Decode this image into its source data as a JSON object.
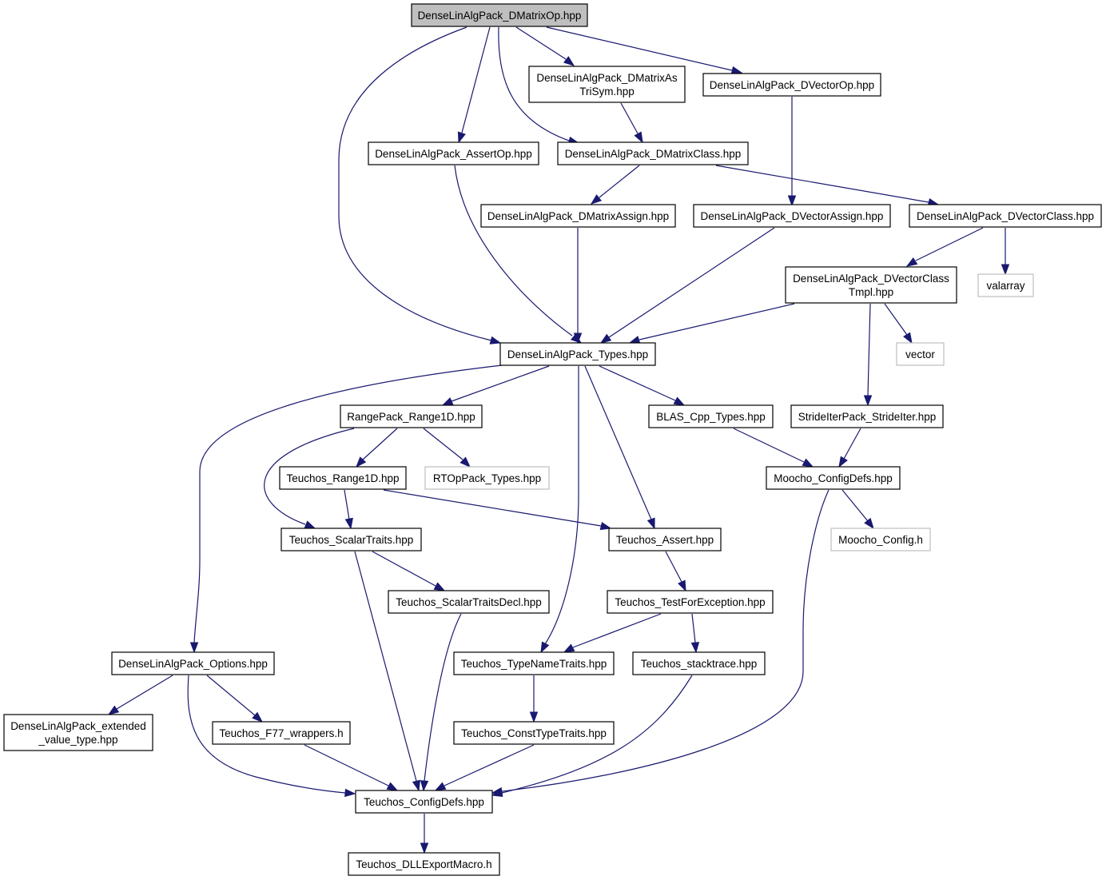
{
  "nodes": [
    {
      "id": "dmatrixop",
      "lines": [
        "DenseLinAlgPack_DMatrixOp.hpp"
      ],
      "kind": "root"
    },
    {
      "id": "dmatrixastrisym",
      "lines": [
        "DenseLinAlgPack_DMatrixAs",
        "TriSym.hpp"
      ],
      "kind": "normal"
    },
    {
      "id": "dvectorop",
      "lines": [
        "DenseLinAlgPack_DVectorOp.hpp"
      ],
      "kind": "normal"
    },
    {
      "id": "assertop",
      "lines": [
        "DenseLinAlgPack_AssertOp.hpp"
      ],
      "kind": "normal"
    },
    {
      "id": "dmatrixclass",
      "lines": [
        "DenseLinAlgPack_DMatrixClass.hpp"
      ],
      "kind": "normal"
    },
    {
      "id": "dmatrixassign",
      "lines": [
        "DenseLinAlgPack_DMatrixAssign.hpp"
      ],
      "kind": "normal"
    },
    {
      "id": "dvectorassign",
      "lines": [
        "DenseLinAlgPack_DVectorAssign.hpp"
      ],
      "kind": "normal"
    },
    {
      "id": "dvectorclass",
      "lines": [
        "DenseLinAlgPack_DVectorClass.hpp"
      ],
      "kind": "normal"
    },
    {
      "id": "dvectorclasstmpl",
      "lines": [
        "DenseLinAlgPack_DVectorClass",
        "Tmpl.hpp"
      ],
      "kind": "normal"
    },
    {
      "id": "valarray",
      "lines": [
        "valarray"
      ],
      "kind": "external"
    },
    {
      "id": "vector",
      "lines": [
        "vector"
      ],
      "kind": "external"
    },
    {
      "id": "types",
      "lines": [
        "DenseLinAlgPack_Types.hpp"
      ],
      "kind": "normal"
    },
    {
      "id": "range1d",
      "lines": [
        "RangePack_Range1D.hpp"
      ],
      "kind": "normal"
    },
    {
      "id": "blascpptypes",
      "lines": [
        "BLAS_Cpp_Types.hpp"
      ],
      "kind": "normal"
    },
    {
      "id": "strideiter",
      "lines": [
        "StrideIterPack_StrideIter.hpp"
      ],
      "kind": "normal"
    },
    {
      "id": "teuchosrange1d",
      "lines": [
        "Teuchos_Range1D.hpp"
      ],
      "kind": "normal"
    },
    {
      "id": "rtoptypes",
      "lines": [
        "RTOpPack_Types.hpp"
      ],
      "kind": "external"
    },
    {
      "id": "moochoconfigdefs",
      "lines": [
        "Moocho_ConfigDefs.hpp"
      ],
      "kind": "normal"
    },
    {
      "id": "scalartraits",
      "lines": [
        "Teuchos_ScalarTraits.hpp"
      ],
      "kind": "normal"
    },
    {
      "id": "teuchosassert",
      "lines": [
        "Teuchos_Assert.hpp"
      ],
      "kind": "normal"
    },
    {
      "id": "moochoconfig",
      "lines": [
        "Moocho_Config.h"
      ],
      "kind": "external"
    },
    {
      "id": "scalartraitsdecl",
      "lines": [
        "Teuchos_ScalarTraitsDecl.hpp"
      ],
      "kind": "normal"
    },
    {
      "id": "testforexception",
      "lines": [
        "Teuchos_TestForException.hpp"
      ],
      "kind": "normal"
    },
    {
      "id": "options",
      "lines": [
        "DenseLinAlgPack_Options.hpp"
      ],
      "kind": "normal"
    },
    {
      "id": "typenametraits",
      "lines": [
        "Teuchos_TypeNameTraits.hpp"
      ],
      "kind": "normal"
    },
    {
      "id": "stacktrace",
      "lines": [
        "Teuchos_stacktrace.hpp"
      ],
      "kind": "normal"
    },
    {
      "id": "extendedvaluetype",
      "lines": [
        "DenseLinAlgPack_extended",
        "_value_type.hpp"
      ],
      "kind": "normal"
    },
    {
      "id": "f77wrappers",
      "lines": [
        "Teuchos_F77_wrappers.h"
      ],
      "kind": "normal"
    },
    {
      "id": "consttypetraits",
      "lines": [
        "Teuchos_ConstTypeTraits.hpp"
      ],
      "kind": "normal"
    },
    {
      "id": "teuchosconfigdefs",
      "lines": [
        "Teuchos_ConfigDefs.hpp"
      ],
      "kind": "normal"
    },
    {
      "id": "dllexportmacro",
      "lines": [
        "Teuchos_DLLExportMacro.h"
      ],
      "kind": "normal"
    }
  ],
  "edges": [
    {
      "from": "dmatrixop",
      "to": "types"
    },
    {
      "from": "dmatrixop",
      "to": "assertop"
    },
    {
      "from": "dmatrixop",
      "to": "dmatrixclass"
    },
    {
      "from": "dmatrixop",
      "to": "dmatrixastrisym"
    },
    {
      "from": "dmatrixop",
      "to": "dvectorop"
    },
    {
      "from": "dmatrixastrisym",
      "to": "dmatrixclass"
    },
    {
      "from": "dvectorop",
      "to": "dvectorassign"
    },
    {
      "from": "assertop",
      "to": "types"
    },
    {
      "from": "dmatrixclass",
      "to": "dmatrixassign"
    },
    {
      "from": "dmatrixclass",
      "to": "dvectorclass"
    },
    {
      "from": "dmatrixassign",
      "to": "types"
    },
    {
      "from": "dvectorassign",
      "to": "types"
    },
    {
      "from": "dvectorclass",
      "to": "dvectorclasstmpl"
    },
    {
      "from": "dvectorclass",
      "to": "valarray"
    },
    {
      "from": "dvectorclasstmpl",
      "to": "types"
    },
    {
      "from": "dvectorclasstmpl",
      "to": "vector"
    },
    {
      "from": "dvectorclasstmpl",
      "to": "strideiter"
    },
    {
      "from": "types",
      "to": "options"
    },
    {
      "from": "types",
      "to": "range1d"
    },
    {
      "from": "types",
      "to": "typenametraits"
    },
    {
      "from": "types",
      "to": "teuchosassert"
    },
    {
      "from": "types",
      "to": "blascpptypes"
    },
    {
      "from": "range1d",
      "to": "scalartraits"
    },
    {
      "from": "range1d",
      "to": "teuchosrange1d"
    },
    {
      "from": "range1d",
      "to": "rtoptypes"
    },
    {
      "from": "teuchosrange1d",
      "to": "scalartraits"
    },
    {
      "from": "teuchosrange1d",
      "to": "teuchosassert"
    },
    {
      "from": "blascpptypes",
      "to": "moochoconfigdefs"
    },
    {
      "from": "strideiter",
      "to": "moochoconfigdefs"
    },
    {
      "from": "moochoconfigdefs",
      "to": "moochoconfig"
    },
    {
      "from": "moochoconfigdefs",
      "to": "teuchosconfigdefs"
    },
    {
      "from": "scalartraits",
      "to": "teuchosconfigdefs"
    },
    {
      "from": "scalartraits",
      "to": "scalartraitsdecl"
    },
    {
      "from": "scalartraitsdecl",
      "to": "teuchosconfigdefs"
    },
    {
      "from": "teuchosassert",
      "to": "testforexception"
    },
    {
      "from": "testforexception",
      "to": "typenametraits"
    },
    {
      "from": "testforexception",
      "to": "stacktrace"
    },
    {
      "from": "options",
      "to": "extendedvaluetype"
    },
    {
      "from": "options",
      "to": "f77wrappers"
    },
    {
      "from": "options",
      "to": "teuchosconfigdefs"
    },
    {
      "from": "typenametraits",
      "to": "consttypetraits"
    },
    {
      "from": "stacktrace",
      "to": "teuchosconfigdefs"
    },
    {
      "from": "f77wrappers",
      "to": "teuchosconfigdefs"
    },
    {
      "from": "consttypetraits",
      "to": "teuchosconfigdefs"
    },
    {
      "from": "teuchosconfigdefs",
      "to": "dllexportmacro"
    }
  ]
}
